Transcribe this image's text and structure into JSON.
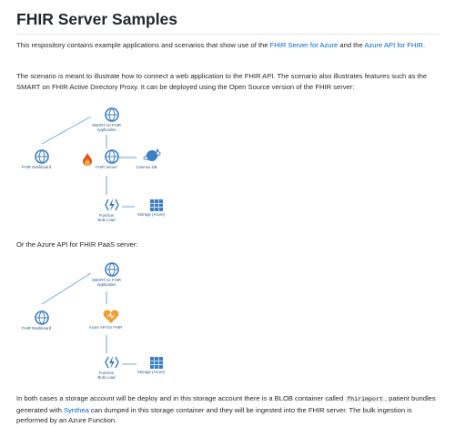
{
  "title": "FHIR Server Samples",
  "intro": {
    "text_before": "This respository contains example applications and scenarios that show use of the ",
    "link1": "FHIR Server for Azure",
    "text_mid": " and the ",
    "link2": "Azure API for FHIR",
    "text_after": "."
  },
  "scenario": "The scenario is meant to illustrate how to connect a web application to the FHIR API. The scenario also illustrates features such as the SMART on FHIR Active Directory Proxy. It can be deployed using the Open Source version of the FHIR server:",
  "diagram1": {
    "smart_label_1": "SMART on FHIR",
    "smart_label_2": "Application",
    "dashboard_label": "FHIR Dashboard",
    "server_label": "FHIR Server",
    "cosmos_label": "Cosmos DB",
    "function_label_1": "Function",
    "function_label_2": "Bulk Load",
    "storage_label": "Storage (Azure)"
  },
  "paas_intro": "Or the Azure API for FHIR PaaS server:",
  "diagram2": {
    "smart_label_1": "SMART on FHIR",
    "smart_label_2": "Application",
    "dashboard_label": "FHIR Dashboard",
    "api_label": "Azure API for FHIR",
    "function_label_1": "Function",
    "function_label_2": "Bulk Load",
    "storage_label": "Storage (Azure)"
  },
  "bulk": {
    "text1": "In both cases a storage account will be deploy and in this storage account there is a BLOB container called ",
    "code": "fhirimport",
    "text2": ", patient bundles generated with ",
    "link": "Synthea",
    "text3": " can dumped in this storage container and they will be ingested into the FHIR server. The bulk ingestion is performed by an Azure Function."
  },
  "colors": {
    "link": "#0366d6",
    "icon_blue": "#3b7fc4",
    "fire": "#e8501a",
    "api_orange": "#f0a030"
  }
}
